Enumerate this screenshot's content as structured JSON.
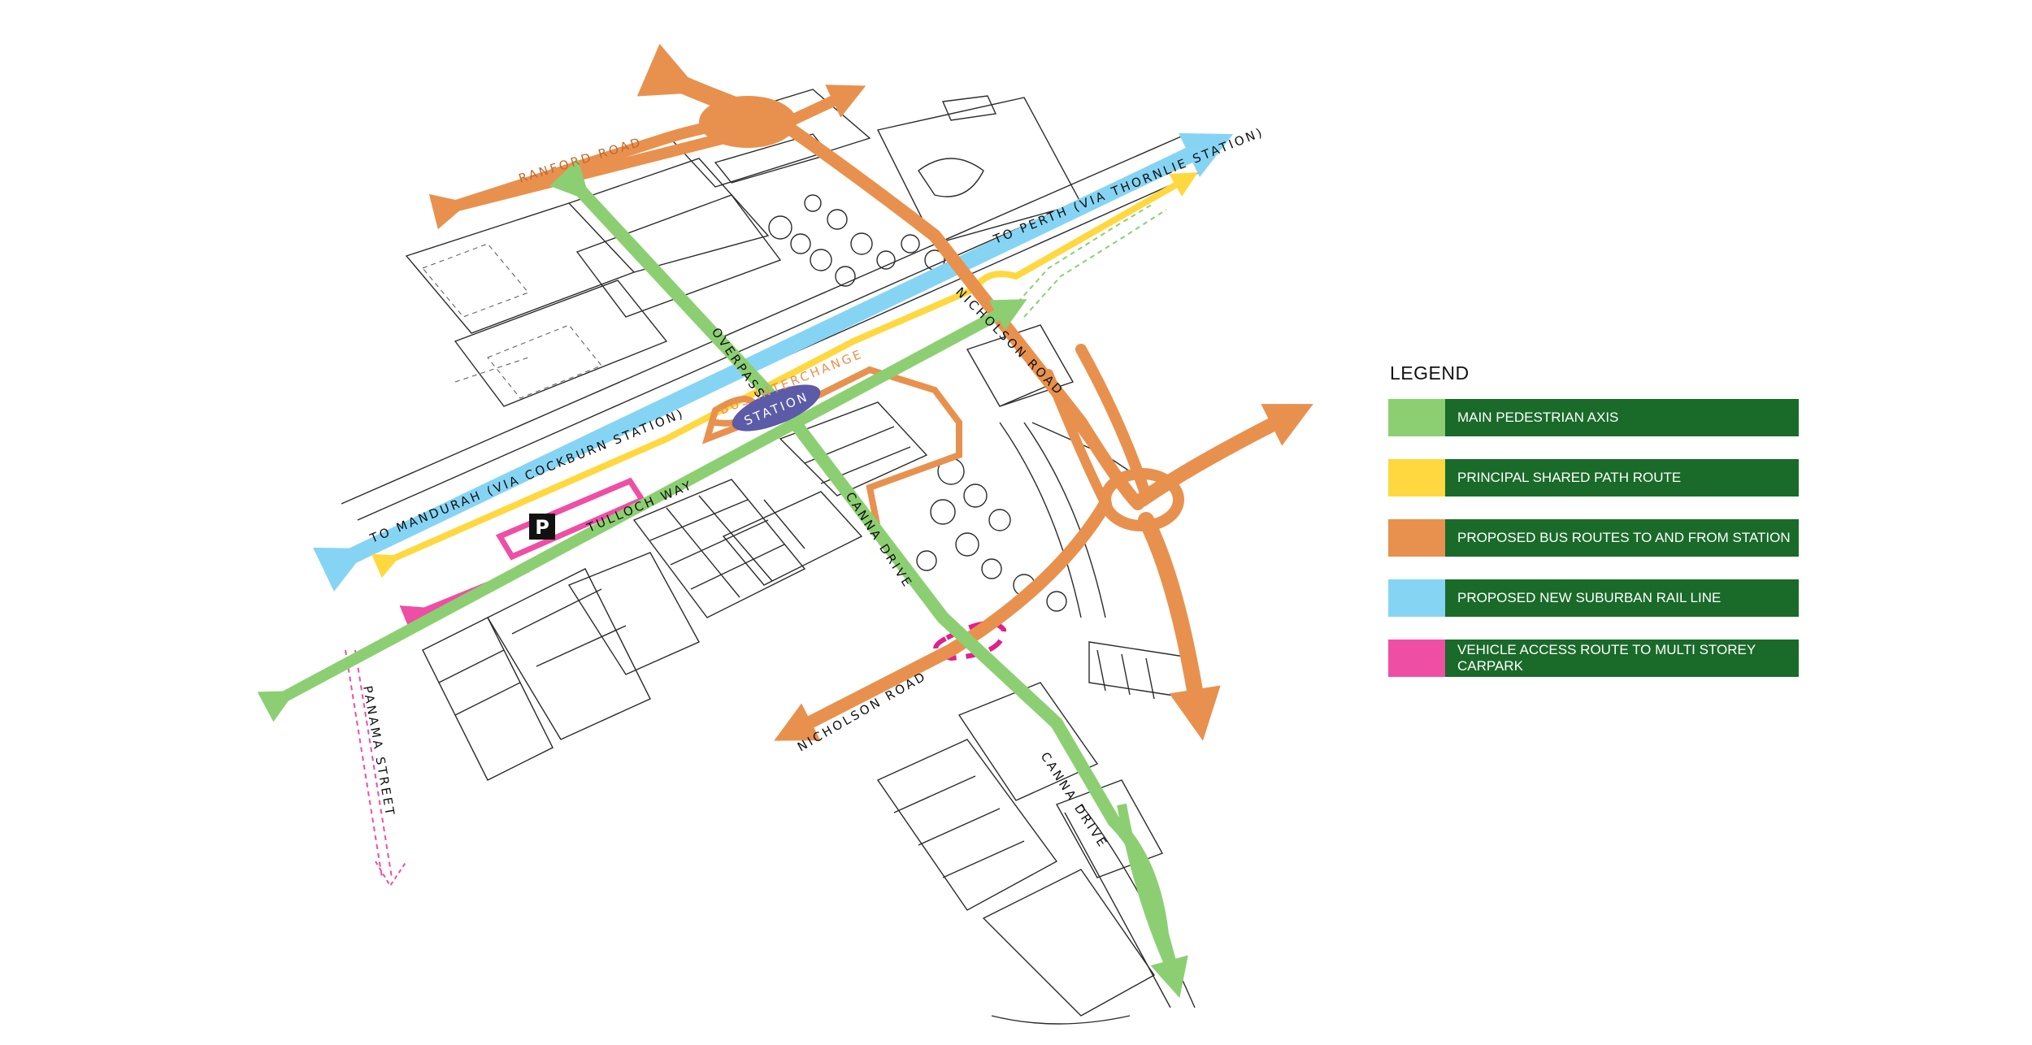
{
  "legend": {
    "title": "LEGEND",
    "items": [
      {
        "label": "MAIN PEDESTRIAN AXIS",
        "color": "#8ccf73"
      },
      {
        "label": "PRINCIPAL SHARED PATH ROUTE",
        "color": "#ffd83f"
      },
      {
        "label": "PROPOSED BUS ROUTES TO AND FROM STATION",
        "color": "#e8914e"
      },
      {
        "label": "PROPOSED NEW SUBURBAN RAIL LINE",
        "color": "#86d4f4"
      },
      {
        "label": "VEHICLE ACCESS ROUTE TO MULTI STOREY CARPARK",
        "color": "#ee4fa5"
      }
    ]
  },
  "map_labels": {
    "to_perth": "TO PERTH (VIA THORNLIE STATION)",
    "to_mandurah": "TO MANDURAH (VIA COCKBURN STATION)",
    "station": "STATION",
    "bus_interchange": "BUS INTERCHANGE",
    "overpass": "OVERPASS",
    "tulloch_way": "TULLOCH  WAY",
    "canna_drive_north": "CANNA  DRIVE",
    "canna_drive_south": "CANNA  DRIVE",
    "nicholson_road_south": "NICHOLSON ROAD",
    "nicholson_road_north": "NICHOLSON ROAD",
    "panama_street": "PANAMA STREET",
    "ranford_road": "RANFORD ROAD",
    "parking_symbol": "P"
  },
  "colors": {
    "pedestrian": "#8ccf73",
    "shared_path": "#ffd83f",
    "bus": "#e8914e",
    "rail": "#86d4f4",
    "vehicle": "#ee4fa5",
    "station": "#5b5ba8",
    "legend_bar": "#1a6a2a"
  }
}
